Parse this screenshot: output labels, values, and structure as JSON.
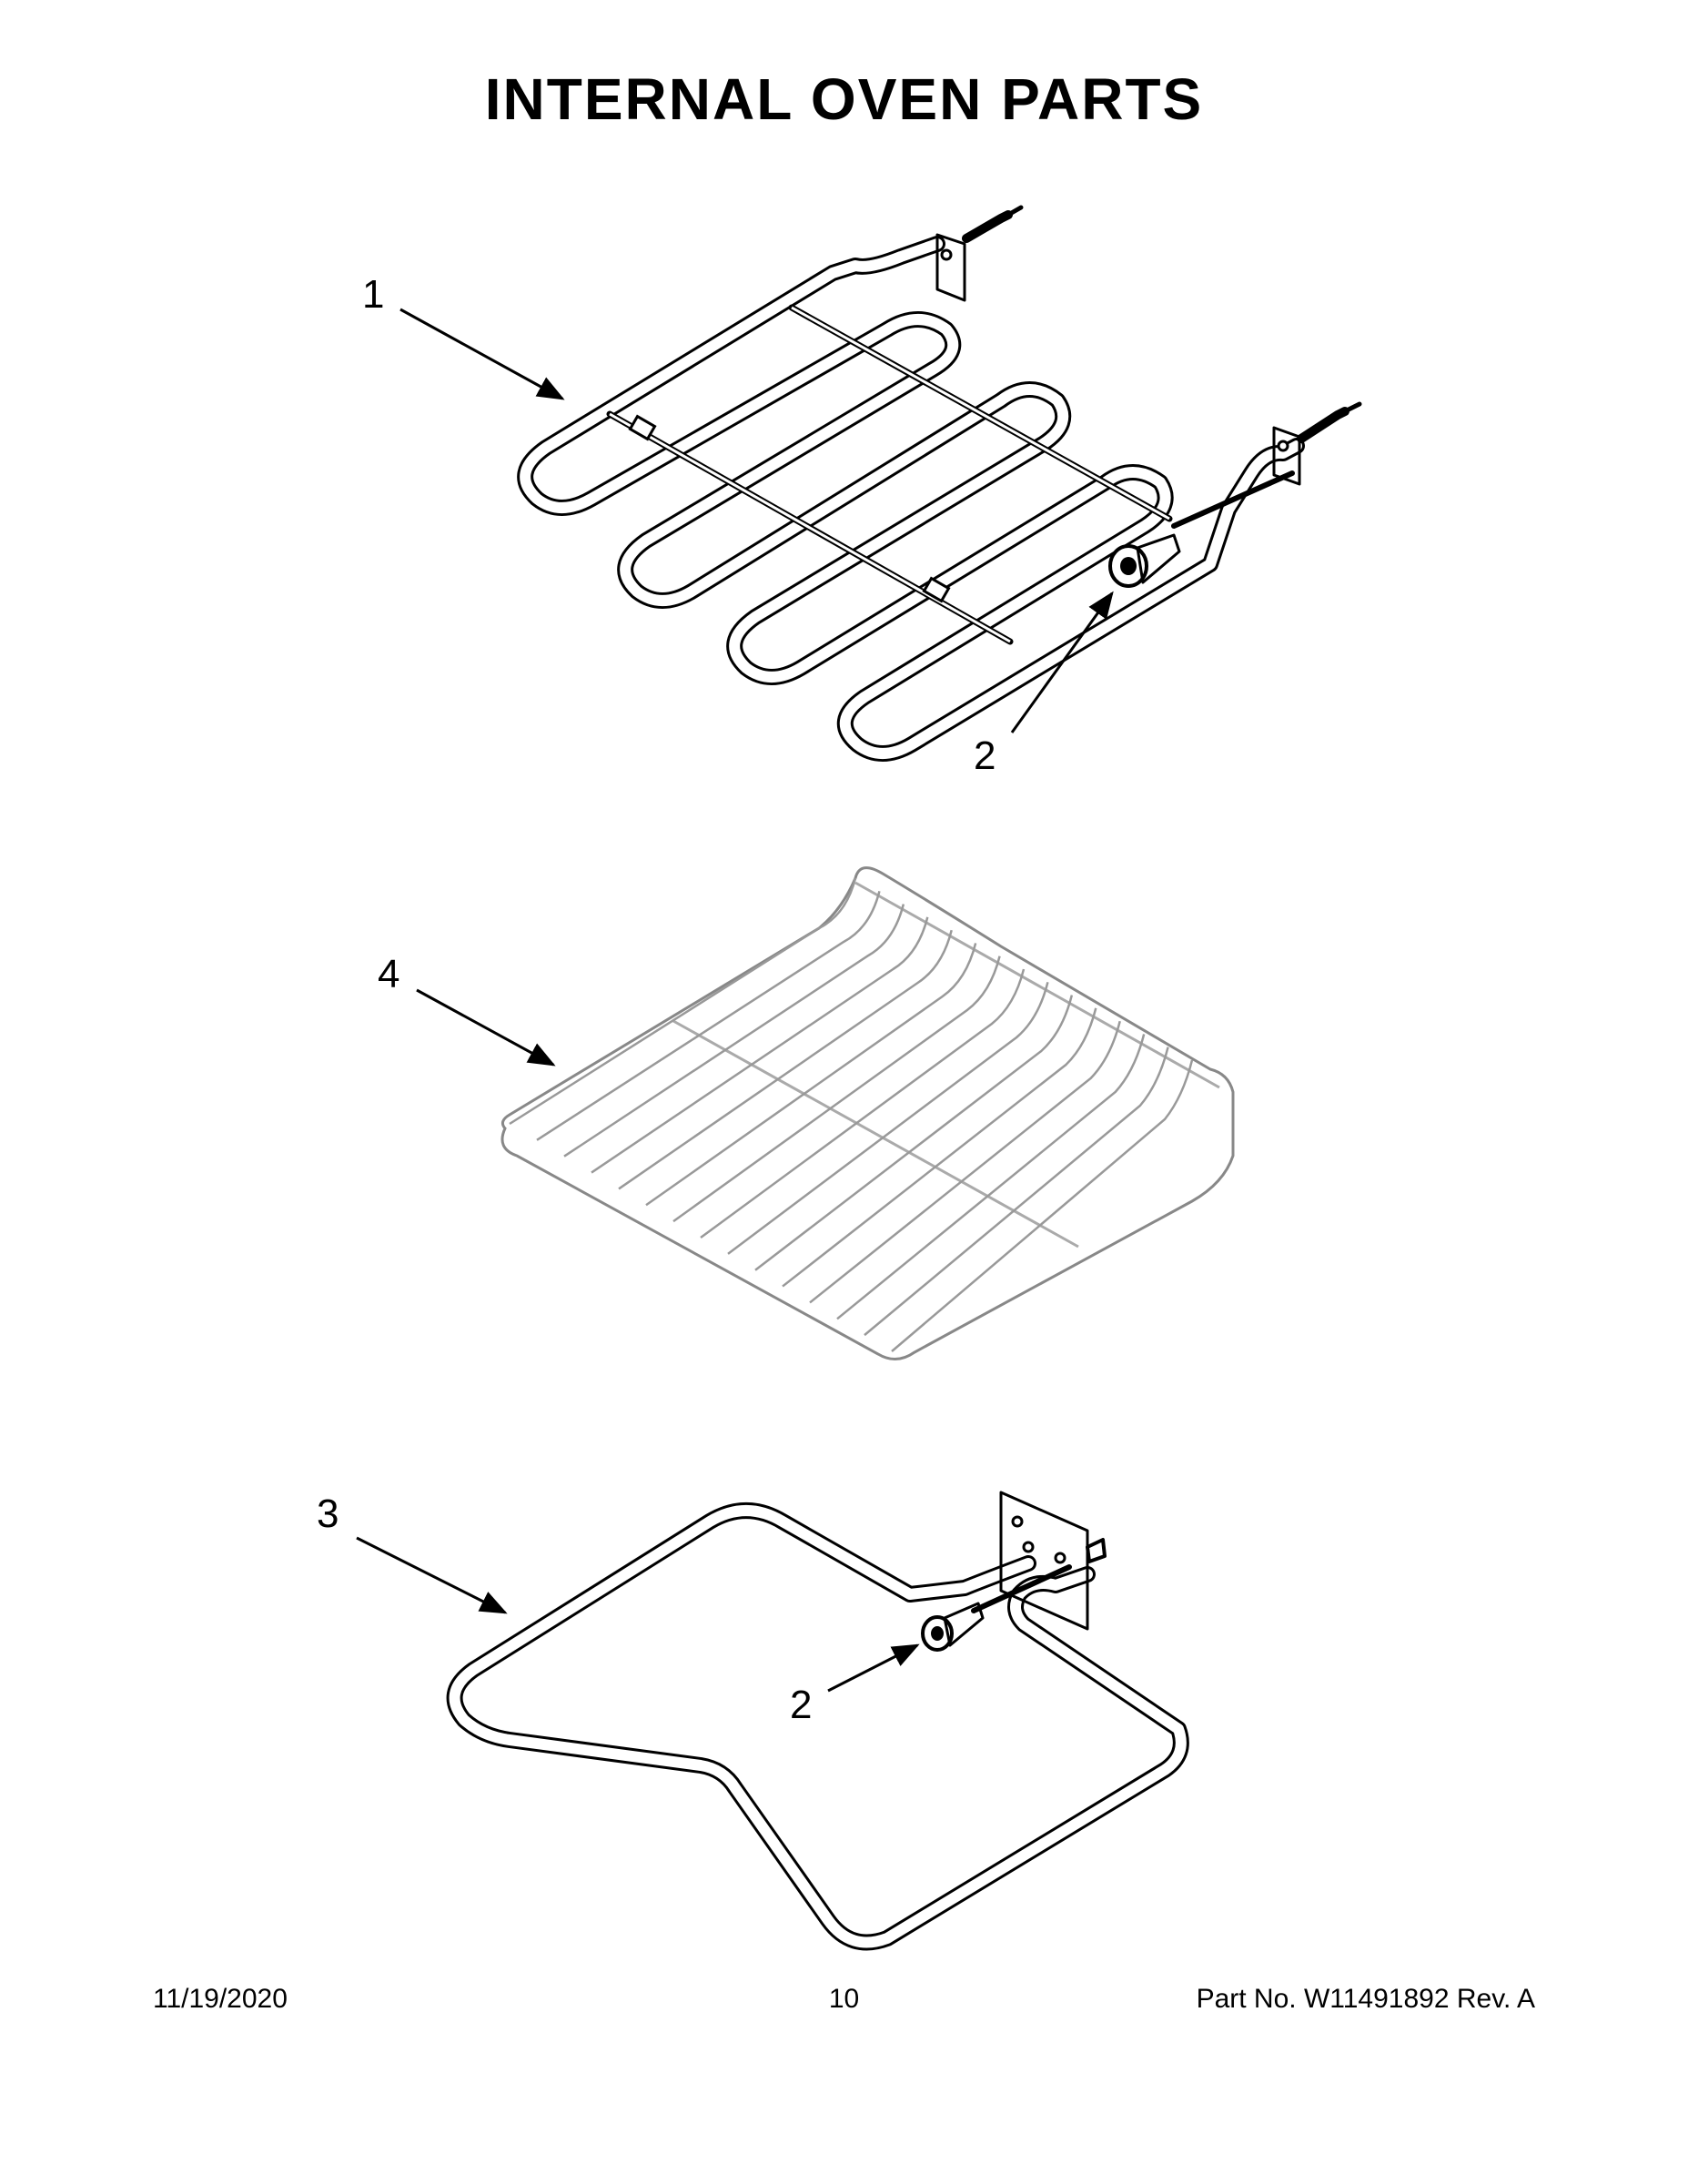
{
  "page": {
    "title": "INTERNAL OVEN PARTS"
  },
  "callouts": {
    "broil_element": "1",
    "sensor_top": "2",
    "rack": "4",
    "bake_element": "3",
    "sensor_bottom": "2"
  },
  "footer": {
    "date": "11/19/2020",
    "page_number": "10",
    "part_no": "Part No.  W11491892  Rev.  A"
  }
}
